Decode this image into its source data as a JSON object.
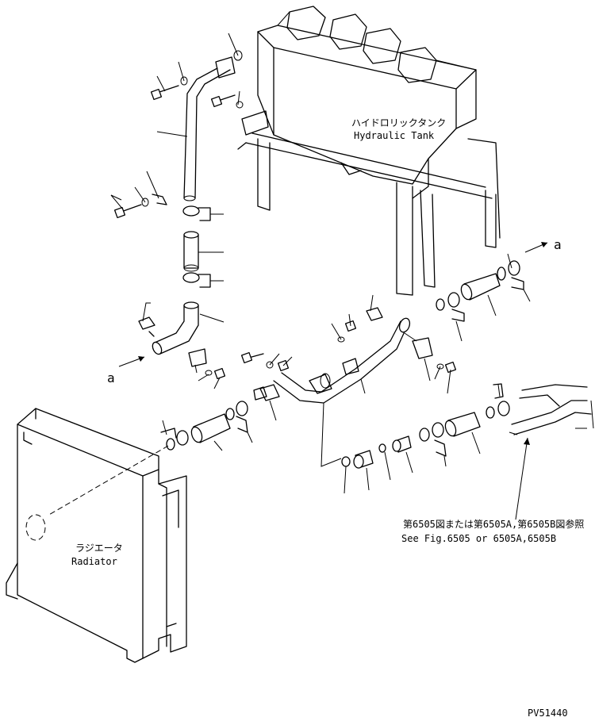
{
  "labels": {
    "tank_jp": "ハイドロリックタンク",
    "tank_en": "Hydraulic Tank",
    "radiator_jp": "ラジエータ",
    "radiator_en": "Radiator",
    "ref_jp": "第6505図または第6505A,第6505B図参照",
    "ref_en": "See Fig.6505 or 6505A,6505B",
    "marker_a": "a",
    "drawing_no": "PV51440"
  },
  "colors": {
    "ink": "#000000",
    "paper": "#ffffff"
  }
}
